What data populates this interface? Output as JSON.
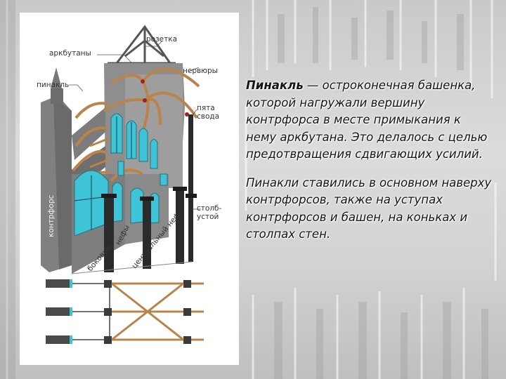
{
  "diagram": {
    "labels": {
      "rosette": "розетка",
      "flying_buttresses": "аркбутаны",
      "ribs": "нервюры",
      "pinnacle": "пинакль",
      "vault_heel_line1": "пята",
      "vault_heel_line2": "свода",
      "buttress": "контрфорс",
      "pillar_line1": "столб-",
      "pillar_line2": "устой",
      "side_nave_short": "нефы",
      "side_naves": "боковые",
      "central_nave": "центральный неф"
    }
  },
  "text": {
    "p1_title": "Пинакль",
    "p1_rest": " — остроконечная башенка, которой нагружали вершину контрфорса в месте примыкания к нему аркбутана. Это делалось с целью предотвращения сдвигающих усилий.",
    "p2": " Пинакли ставились в основном наверху контрфорсов, также на уступах контрфорсов и башен, на коньках и столпах стен."
  }
}
